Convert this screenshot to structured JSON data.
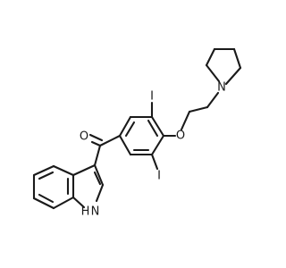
{
  "molecule": {
    "atoms": {
      "oxygen_carbonyl": "O",
      "iodine_top": "I",
      "oxygen_ether": "O",
      "nitrogen_pyrrolidine": "N",
      "iodine_bottom": "I",
      "nitrogen_indole": "H N"
    },
    "colors": {
      "bond": "#1a1a1a",
      "background": "#ffffff"
    }
  }
}
